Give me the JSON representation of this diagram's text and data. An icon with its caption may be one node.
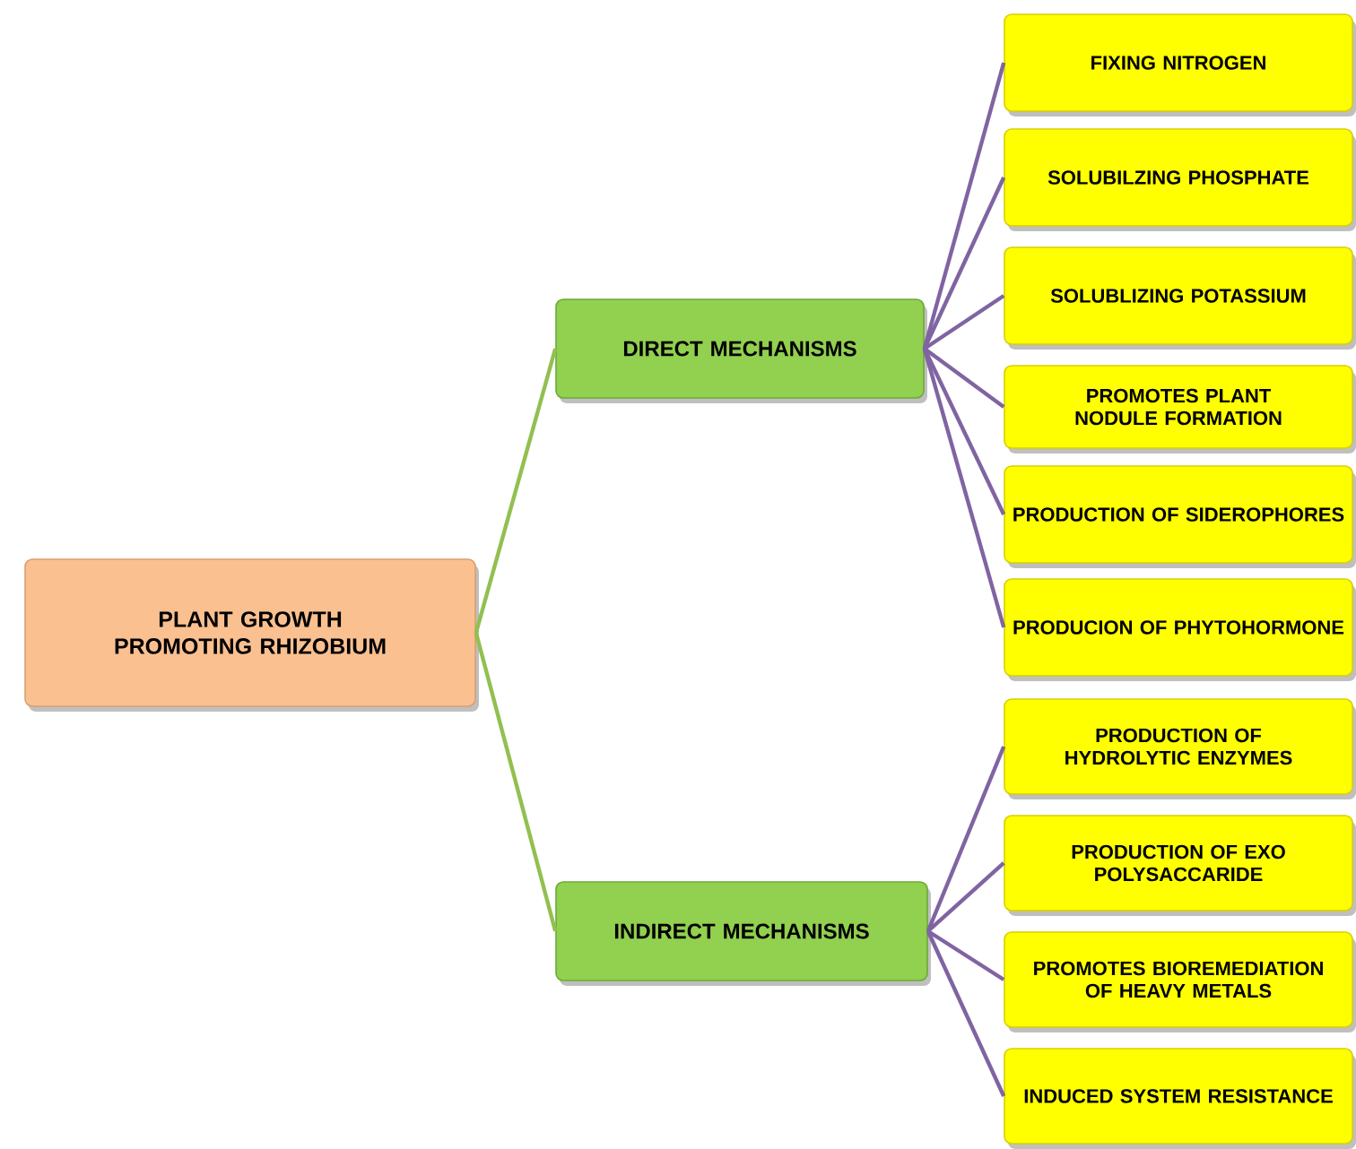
{
  "diagram": {
    "nodes": [
      {
        "text": [
          "PLANT GROWTH PROMOTING RHIZOBIUM"
        ]
      },
      {
        "text": [
          "DIRECT MECHANISMS"
        ]
      },
      {
        "text": [
          "INDIRECT MECHANISMS"
        ]
      },
      {
        "text": [
          "FIXING NITROGEN"
        ]
      },
      {
        "text": [
          "SOLUBILZING PHOSPHATE"
        ]
      },
      {
        "text": [
          "SOLUBLIZING POTASSIUM"
        ]
      },
      {
        "text": [
          "PROMOTES PLANT NODULE FORMATION"
        ]
      },
      {
        "text": [
          "PRODUCTION OF SIDEROPHORES"
        ]
      },
      {
        "text": [
          "PRODUCION OF PHYTOHORMONE"
        ]
      },
      {
        "text": [
          "PRODUCTION OF HYDROLYTIC ENZYMES"
        ]
      },
      {
        "text": [
          "PRODUCTION OF EXO POLYSACCARIDE"
        ]
      },
      {
        "text": [
          "PROMOTES BIOREMEDIATION OF HEAVY METALS"
        ]
      },
      {
        "text": [
          "INDUCED SYSTEM RESISTANCE"
        ]
      }
    ],
    "edges": [
      {
        "from": 0,
        "to": 1,
        "arrow": "none",
        "color": "#92c050"
      },
      {
        "from": 0,
        "to": 2,
        "arrow": "none",
        "color": "#92c050"
      },
      {
        "from": 1,
        "to": 3,
        "arrow": "none"
      },
      {
        "from": 1,
        "to": 4,
        "arrow": "none"
      },
      {
        "from": 1,
        "to": 5,
        "arrow": "none"
      },
      {
        "from": 1,
        "to": 6,
        "arrow": "none"
      },
      {
        "from": 1,
        "to": 7,
        "arrow": "none"
      },
      {
        "from": 1,
        "to": 8,
        "arrow": "none"
      },
      {
        "from": 2,
        "to": 9,
        "arrow": "none"
      },
      {
        "from": 2,
        "to": 10,
        "arrow": "none"
      },
      {
        "from": 2,
        "to": 11,
        "arrow": "none"
      },
      {
        "from": 2,
        "to": 12,
        "arrow": "none"
      }
    ]
  }
}
